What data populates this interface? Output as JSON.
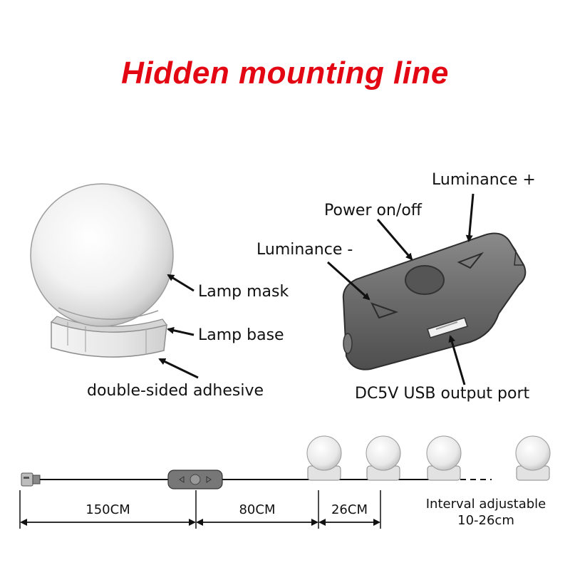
{
  "title": "Hidden mounting line",
  "colors": {
    "title": "#e30613",
    "switch_body": "#6b6b6b",
    "lamp": "#e9e9e9"
  },
  "lamp_labels": {
    "mask": "Lamp mask",
    "base": "Lamp base",
    "adhesive": "double-sided adhesive"
  },
  "switch_labels": {
    "luminance_plus": "Luminance +",
    "power": "Power on/off",
    "luminance_minus": "Luminance -",
    "usb_port": "DC5V USB output port"
  },
  "dimensions": {
    "cable": "150CM",
    "switch_to_first": "80CM",
    "lamp_spacing": "26CM",
    "interval_line1": "Interval adjustable",
    "interval_line2": "10-26cm"
  }
}
